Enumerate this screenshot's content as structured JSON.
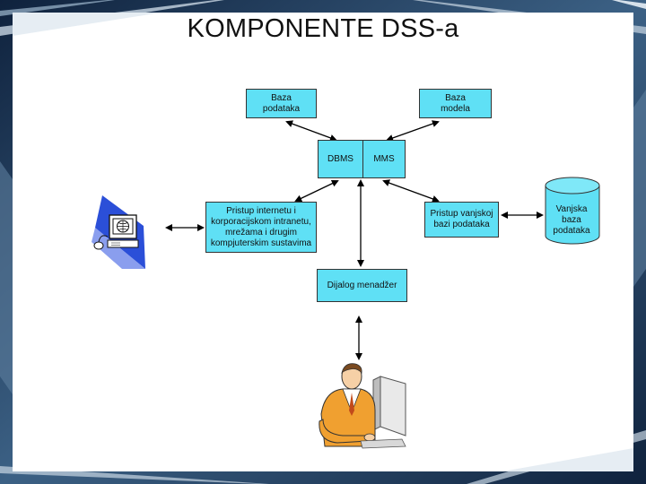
{
  "title": "KOMPONENTE DSS-a",
  "nodes": {
    "baza_podataka": "Baza\npodataka",
    "baza_modela": "Baza\nmodela",
    "dbms": "DBMS",
    "mms": "MMS",
    "pristup_internetu": "Pristup internetu i\nkorporacijskom intranetu,\nmrežama i drugim\nkompjuterskim sustavima",
    "pristup_vanjskoj": "Pristup vanjskoj\nbazi podataka",
    "vanjska_baza": "Vanjska\nbaza\npodataka",
    "dijalog_menadzer": "Dijalog menadžer"
  },
  "icons": {
    "computer": "computer-globe-icon",
    "manager": "manager-at-desk-icon",
    "database": "database-cylinder-icon"
  },
  "colors": {
    "box_fill": "#5fe0f5",
    "frame_dark": "#1e3555",
    "frame_light": "#9fb6cc"
  }
}
